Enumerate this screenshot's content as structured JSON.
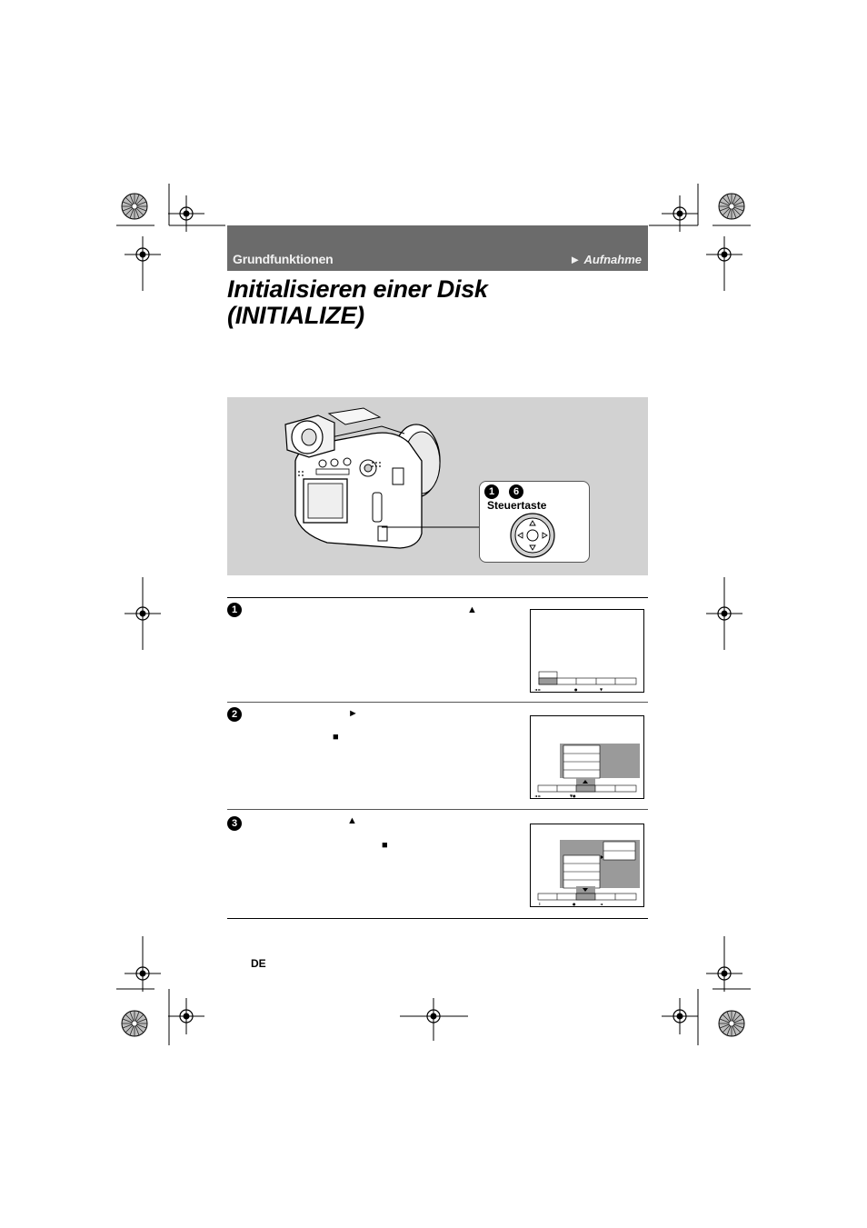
{
  "header": {
    "section": "Grundfunktionen",
    "subsection": "Aufnahme",
    "subsection_marker": "►"
  },
  "title": {
    "line1": "Initialisieren einer Disk",
    "line2": "(INITIALIZE)"
  },
  "illustration": {
    "callout_label": "Steuertaste",
    "callout_steps": [
      "1",
      "6"
    ]
  },
  "steps": [
    {
      "number": "1",
      "glyph": "▲"
    },
    {
      "number": "2",
      "glyph": "►",
      "glyph2": "■"
    },
    {
      "number": "3",
      "glyph": "▲",
      "glyph2": "■"
    }
  ],
  "footer": {
    "language": "DE"
  },
  "colors": {
    "header_band": "#6b6b6b",
    "illustration_bg": "#d2d2d2",
    "menu_gray": "#9a9a9a"
  }
}
